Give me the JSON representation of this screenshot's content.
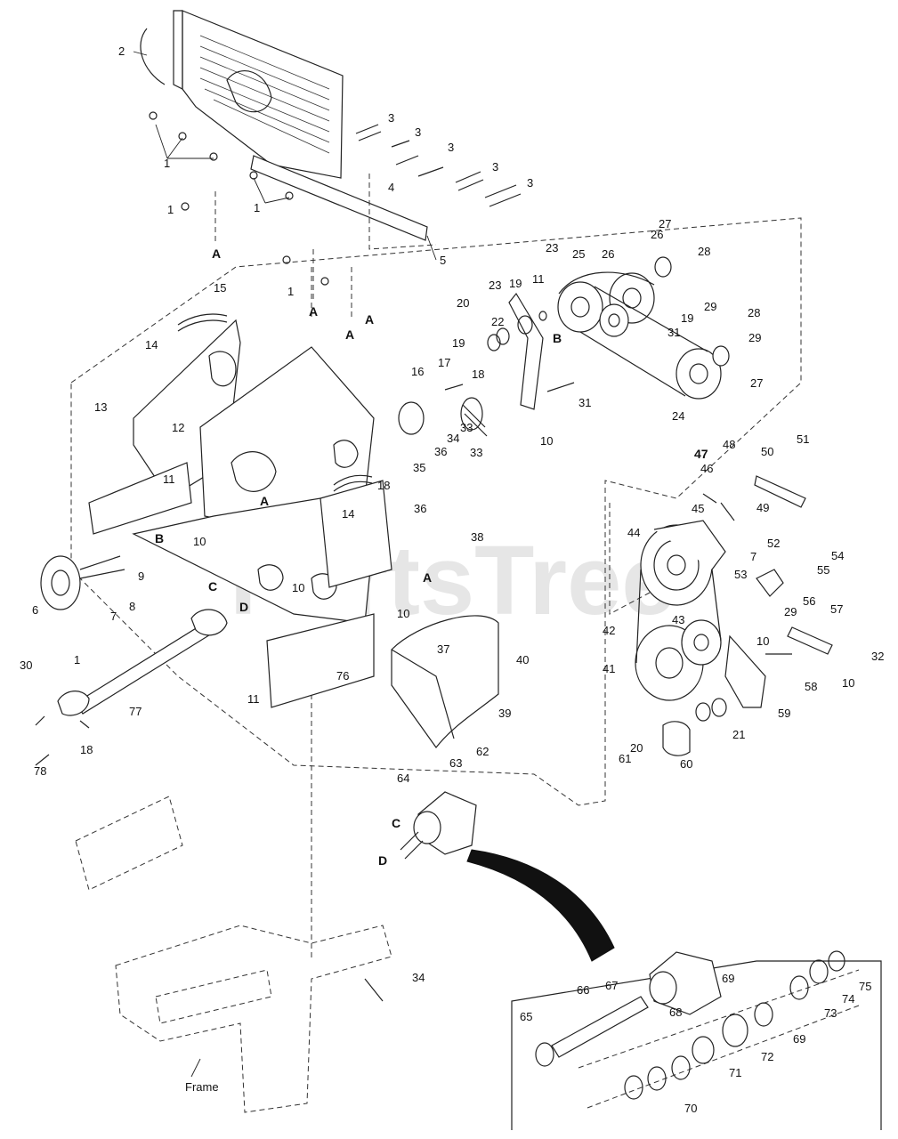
{
  "watermark": "PartsTree",
  "frame_label": "Frame",
  "section_letters": {
    "a": "A",
    "b": "B",
    "c": "C",
    "d": "D"
  },
  "callouts": [
    {
      "id": "c2",
      "text": "2"
    },
    {
      "id": "c1a",
      "text": "1"
    },
    {
      "id": "c1b",
      "text": "1"
    },
    {
      "id": "c1c",
      "text": "1"
    },
    {
      "id": "c1d",
      "text": "1"
    },
    {
      "id": "c3a",
      "text": "3"
    },
    {
      "id": "c3b",
      "text": "3"
    },
    {
      "id": "c3c",
      "text": "3"
    },
    {
      "id": "c3d",
      "text": "3"
    },
    {
      "id": "c3e",
      "text": "3"
    },
    {
      "id": "c4",
      "text": "4"
    },
    {
      "id": "c5",
      "text": "5"
    },
    {
      "id": "c6",
      "text": "6"
    },
    {
      "id": "c7a",
      "text": "7"
    },
    {
      "id": "c7b",
      "text": "7"
    },
    {
      "id": "c8",
      "text": "8"
    },
    {
      "id": "c9",
      "text": "9"
    },
    {
      "id": "c10a",
      "text": "10"
    },
    {
      "id": "c10b",
      "text": "10"
    },
    {
      "id": "c10c",
      "text": "10"
    },
    {
      "id": "c10d",
      "text": "10"
    },
    {
      "id": "c10e",
      "text": "10"
    },
    {
      "id": "c10f",
      "text": "10"
    },
    {
      "id": "c11a",
      "text": "11"
    },
    {
      "id": "c11b",
      "text": "11"
    },
    {
      "id": "c11c",
      "text": "11"
    },
    {
      "id": "c12",
      "text": "12"
    },
    {
      "id": "c13",
      "text": "13"
    },
    {
      "id": "c14a",
      "text": "14"
    },
    {
      "id": "c14b",
      "text": "14"
    },
    {
      "id": "c15",
      "text": "15"
    },
    {
      "id": "c16",
      "text": "16"
    },
    {
      "id": "c17",
      "text": "17"
    },
    {
      "id": "c18a",
      "text": "18"
    },
    {
      "id": "c18b",
      "text": "18"
    },
    {
      "id": "c18c",
      "text": "18"
    },
    {
      "id": "c19a",
      "text": "19"
    },
    {
      "id": "c19b",
      "text": "19"
    },
    {
      "id": "c19c",
      "text": "19"
    },
    {
      "id": "c20a",
      "text": "20"
    },
    {
      "id": "c20b",
      "text": "20"
    },
    {
      "id": "c21",
      "text": "21"
    },
    {
      "id": "c22",
      "text": "22"
    },
    {
      "id": "c23a",
      "text": "23"
    },
    {
      "id": "c23b",
      "text": "23"
    },
    {
      "id": "c24",
      "text": "24"
    },
    {
      "id": "c25",
      "text": "25"
    },
    {
      "id": "c26a",
      "text": "26"
    },
    {
      "id": "c26b",
      "text": "26"
    },
    {
      "id": "c27a",
      "text": "27"
    },
    {
      "id": "c27b",
      "text": "27"
    },
    {
      "id": "c28a",
      "text": "28"
    },
    {
      "id": "c28b",
      "text": "28"
    },
    {
      "id": "c29a",
      "text": "29"
    },
    {
      "id": "c29b",
      "text": "29"
    },
    {
      "id": "c29c",
      "text": "29"
    },
    {
      "id": "c30",
      "text": "30"
    },
    {
      "id": "c31a",
      "text": "31"
    },
    {
      "id": "c31b",
      "text": "31"
    },
    {
      "id": "c32",
      "text": "32"
    },
    {
      "id": "c33a",
      "text": "33"
    },
    {
      "id": "c33b",
      "text": "33"
    },
    {
      "id": "c34a",
      "text": "34"
    },
    {
      "id": "c34b",
      "text": "34"
    },
    {
      "id": "c35",
      "text": "35"
    },
    {
      "id": "c36a",
      "text": "36"
    },
    {
      "id": "c36b",
      "text": "36"
    },
    {
      "id": "c37",
      "text": "37"
    },
    {
      "id": "c38",
      "text": "38"
    },
    {
      "id": "c39",
      "text": "39"
    },
    {
      "id": "c40",
      "text": "40"
    },
    {
      "id": "c41",
      "text": "41"
    },
    {
      "id": "c42",
      "text": "42"
    },
    {
      "id": "c43",
      "text": "43"
    },
    {
      "id": "c44",
      "text": "44"
    },
    {
      "id": "c45",
      "text": "45"
    },
    {
      "id": "c46",
      "text": "46"
    },
    {
      "id": "c47",
      "text": "47"
    },
    {
      "id": "c48",
      "text": "48"
    },
    {
      "id": "c49",
      "text": "49"
    },
    {
      "id": "c50",
      "text": "50"
    },
    {
      "id": "c51",
      "text": "51"
    },
    {
      "id": "c52",
      "text": "52"
    },
    {
      "id": "c53",
      "text": "53"
    },
    {
      "id": "c54",
      "text": "54"
    },
    {
      "id": "c55",
      "text": "55"
    },
    {
      "id": "c56",
      "text": "56"
    },
    {
      "id": "c57",
      "text": "57"
    },
    {
      "id": "c58",
      "text": "58"
    },
    {
      "id": "c59",
      "text": "59"
    },
    {
      "id": "c60",
      "text": "60"
    },
    {
      "id": "c61",
      "text": "61"
    },
    {
      "id": "c62",
      "text": "62"
    },
    {
      "id": "c63",
      "text": "63"
    },
    {
      "id": "c64",
      "text": "64"
    },
    {
      "id": "c65",
      "text": "65"
    },
    {
      "id": "c66",
      "text": "66"
    },
    {
      "id": "c67",
      "text": "67"
    },
    {
      "id": "c68",
      "text": "68"
    },
    {
      "id": "c69a",
      "text": "69"
    },
    {
      "id": "c69b",
      "text": "69"
    },
    {
      "id": "c70",
      "text": "70"
    },
    {
      "id": "c71",
      "text": "71"
    },
    {
      "id": "c72",
      "text": "72"
    },
    {
      "id": "c73",
      "text": "73"
    },
    {
      "id": "c74",
      "text": "74"
    },
    {
      "id": "c75",
      "text": "75"
    },
    {
      "id": "c76",
      "text": "76"
    },
    {
      "id": "c77",
      "text": "77"
    },
    {
      "id": "c78",
      "text": "78"
    },
    {
      "id": "c1e",
      "text": "1"
    }
  ]
}
